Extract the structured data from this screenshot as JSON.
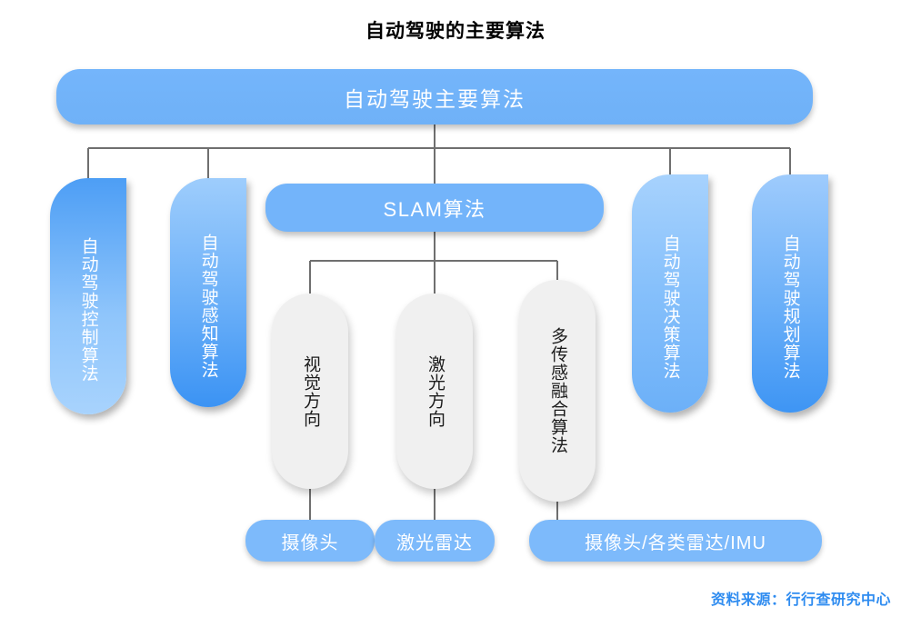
{
  "title": "自动驾驶的主要算法",
  "root": {
    "label": "自动驾驶主要算法"
  },
  "slam": {
    "label": "SLAM算法"
  },
  "branches": [
    {
      "name": "control",
      "label": "自动驾驶控制算法"
    },
    {
      "name": "perception",
      "label": "自动驾驶感知算法"
    },
    {
      "name": "decision",
      "label": "自动驾驶决策算法"
    },
    {
      "name": "planning",
      "label": "自动驾驶规划算法"
    }
  ],
  "slam_children": [
    {
      "name": "vision",
      "label": "视觉方向"
    },
    {
      "name": "lidar",
      "label": "激光方向"
    },
    {
      "name": "fusion",
      "label": "多传感融合算法"
    }
  ],
  "leaves": [
    {
      "name": "camera",
      "label": "摄像头"
    },
    {
      "name": "lidar-unit",
      "label": "激光雷达"
    },
    {
      "name": "fusion-units",
      "label": "摄像头/各类雷达/IMU"
    }
  ],
  "footer": {
    "source": "资料来源：行行查研究中心"
  },
  "colors": {
    "primary_blue": "#6fb1f7",
    "leaf_blue": "#7dbafb",
    "gray_pill": "#f0f0f0",
    "connector": "#6f6f6f",
    "source_blue": "#2f8cf0",
    "title_black": "#000000"
  }
}
